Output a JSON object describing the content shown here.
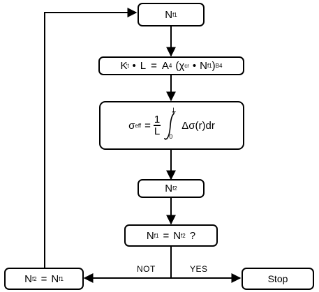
{
  "nodes": {
    "nf1": {
      "base": "N",
      "sub": "f1"
    },
    "eq": {
      "k_base": "K",
      "k_sub": "t",
      "k_sup": "'",
      "dot": "•",
      "l": "L",
      "equals": "=",
      "a_base": "A",
      "a_sub": "4",
      "paren_open": "(",
      "chi_base": "χ",
      "chi_sub": "cr",
      "n_base": "N",
      "n_sub": "f1",
      "paren_close": ")",
      "exp_sub": "B4"
    },
    "seff": {
      "sigma": "σ",
      "sigma_sub": "eff",
      "equals": "=",
      "frac_num": "1",
      "frac_den": "L",
      "int_upper": "L",
      "int_lower": "0",
      "integrand": "Δσ(r)dr"
    },
    "nf2": {
      "base": "N",
      "sub": "f2"
    },
    "decision": {
      "a_base": "N",
      "a_sub": "f1",
      "equals": "=",
      "b_base": "N",
      "b_sub": "f2",
      "q": "?"
    },
    "assign": {
      "a_base": "N",
      "a_sub": "f2",
      "equals": "=",
      "b_base": "N",
      "b_sub": "f1"
    },
    "stop": {
      "label": "Stop"
    }
  },
  "labels": {
    "not": "NOT",
    "yes": "YES"
  }
}
